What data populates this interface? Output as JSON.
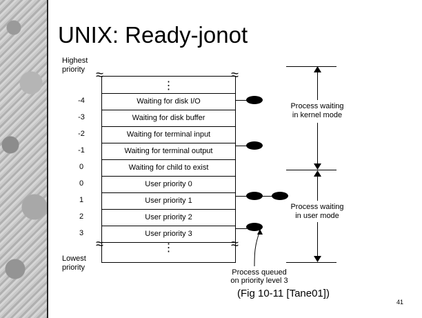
{
  "title": "UNIX: Ready-jonot",
  "highest_label_1": "Highest",
  "highest_label_2": "priority",
  "lowest_label_1": "Lowest",
  "lowest_label_2": "priority",
  "dots_symbol": "⋮",
  "rows": [
    {
      "level": "-4",
      "text": "Waiting for disk I/O"
    },
    {
      "level": "-3",
      "text": "Waiting for disk buffer"
    },
    {
      "level": "-2",
      "text": "Waiting for terminal input"
    },
    {
      "level": "-1",
      "text": "Waiting for terminal output"
    },
    {
      "level": "0",
      "text": "Waiting for child to exist"
    },
    {
      "level": "0",
      "text": "User priority 0"
    },
    {
      "level": "1",
      "text": "User priority 1"
    },
    {
      "level": "2",
      "text": "User priority 2"
    },
    {
      "level": "3",
      "text": "User priority 3"
    }
  ],
  "kernel_caption_1": "Process waiting",
  "kernel_caption_2": "in kernel mode",
  "user_caption_1": "Process waiting",
  "user_caption_2": "in user mode",
  "queued_caption_1": "Process queued",
  "queued_caption_2": "on priority level 3",
  "figure_caption": "(Fig 10-11 [Tane01])",
  "page_number": "41"
}
